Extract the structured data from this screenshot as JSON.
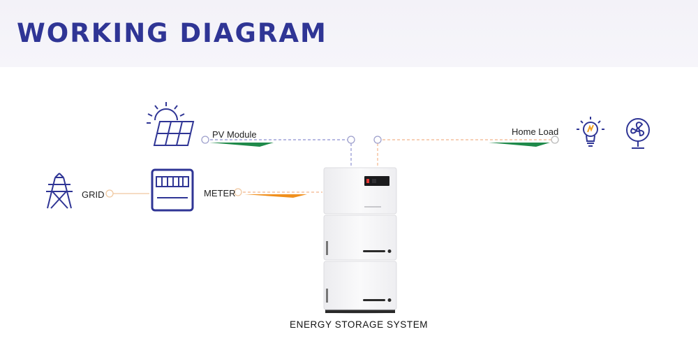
{
  "header": {
    "title": "WORKING DIAGRAM"
  },
  "nodes": {
    "pv_module": "PV Module",
    "home_load": "Home Load",
    "grid": "GRID",
    "meter": "METER",
    "system": "ENERGY STORAGE SYSTEM"
  },
  "colors": {
    "title": "#2f3595",
    "icon": "#2f3595",
    "pv_line": "#8c8fd0",
    "load_line": "#f2b48a",
    "grid_line": "#f0c8a0",
    "arrow_green": "#1f8a4a",
    "arrow_orange": "#f0901e"
  },
  "icons": [
    "sun-solar-panel-icon",
    "transmission-tower-icon",
    "meter-icon",
    "light-bulb-icon",
    "fan-icon"
  ]
}
